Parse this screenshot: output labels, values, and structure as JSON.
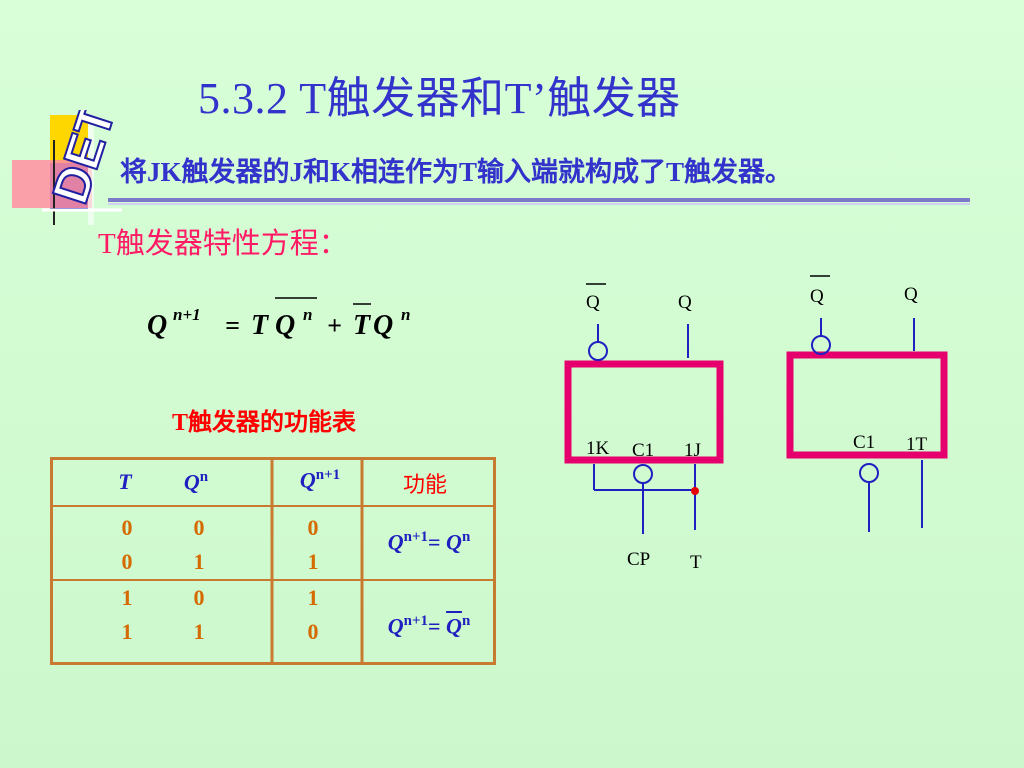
{
  "title": "5.3.2  T触发器和T’触发器",
  "subtitle": "将JK触发器的J和K相连作为T输入端就构成了T触发器。",
  "heading": "T触发器特性方程：",
  "logo_text": "DET",
  "formula": {
    "q": "Q",
    "n1": "n+1",
    "eq": "=",
    "t": "T",
    "n": "n",
    "plus": "+"
  },
  "table_caption": "T触发器的功能表",
  "table": {
    "header": {
      "t": "T",
      "q": "Q",
      "qn_sup": "n",
      "qn1": "Q",
      "qn1_sup": "n+1",
      "func": "功能"
    },
    "rows": [
      {
        "t": "0",
        "qn": "0",
        "qn1": "0"
      },
      {
        "t": "0",
        "qn": "1",
        "qn1": "1"
      },
      {
        "t": "1",
        "qn": "0",
        "qn1": "1"
      },
      {
        "t": "1",
        "qn": "1",
        "qn1": "0"
      }
    ],
    "func1": {
      "q": "Q",
      "sup": "n+1",
      "eq": "= ",
      "q2": "Q",
      "sup2": "n"
    },
    "func2": {
      "q": "Q",
      "sup": "n+1",
      "eq": "= ",
      "q2": "Q",
      "sup2": "n"
    }
  },
  "diagram": {
    "left": {
      "q_bar": "Q",
      "q": "Q",
      "k": "1K",
      "c": "C1",
      "j": "1J",
      "cp": "CP",
      "t": "T"
    },
    "right": {
      "q_bar": "Q",
      "q": "Q",
      "c": "C1",
      "t": "1T"
    }
  },
  "colors": {
    "title": "#3333cc",
    "accent": "#ff1a66",
    "box": "#e6006e",
    "table_border": "#c87a30"
  }
}
